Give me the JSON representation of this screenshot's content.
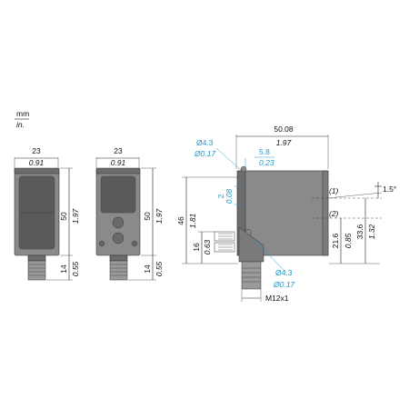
{
  "units": {
    "primary": "mm",
    "secondary": "in."
  },
  "front_view": {
    "width_mm": "23",
    "width_in": "0.91",
    "height_mm": "50",
    "height_in": "1.97",
    "connector_mm": "14",
    "connector_in": "0.55"
  },
  "rear_view": {
    "width_mm": "23",
    "width_in": "0.91",
    "height_mm": "50",
    "height_in": "1.97",
    "connector_mm": "14",
    "connector_in": "0.55"
  },
  "side_view": {
    "length_mm": "50.08",
    "length_in": "1.97",
    "hole_top_mm": "Ø4.3",
    "hole_top_in": "Ø0.17",
    "offset_mm": "5.8",
    "offset_in": "0.23",
    "small_mm": "2",
    "small_in": "0.08",
    "total_h_mm": "46",
    "total_h_in": "1.81",
    "conn_h_mm": "16",
    "conn_h_in": "0.63",
    "hole_bot_mm": "Ø4.3",
    "hole_bot_in": "Ø0.17",
    "axis_h_mm": "21.6",
    "axis_h_in": "0.85",
    "right_h_mm": "33.6",
    "right_h_in": "1.32",
    "angle": "1.5°",
    "callout_1": "(1)",
    "callout_2": "(2)",
    "thread": "M12x1"
  },
  "colors": {
    "accent": "#1f97c9",
    "body": "#8a8a8a"
  }
}
